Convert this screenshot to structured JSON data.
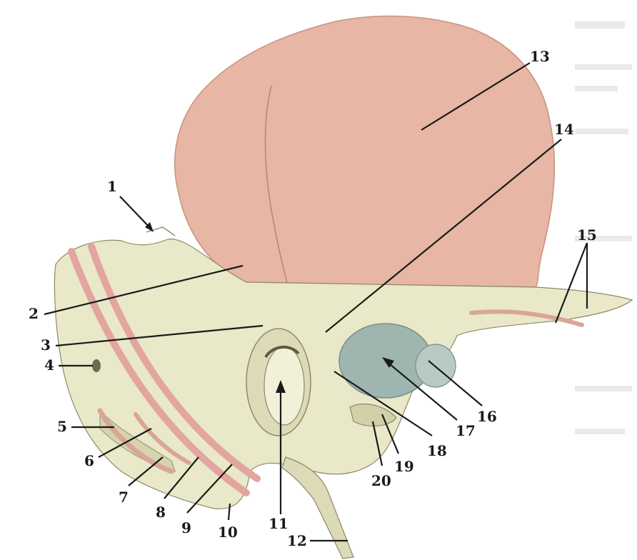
{
  "figure": {
    "labels": [
      {
        "id": "1",
        "text": "1"
      },
      {
        "id": "2",
        "text": "2"
      },
      {
        "id": "3",
        "text": "3"
      },
      {
        "id": "4",
        "text": "4"
      },
      {
        "id": "5",
        "text": "5"
      },
      {
        "id": "6",
        "text": "6"
      },
      {
        "id": "7",
        "text": "7"
      },
      {
        "id": "8",
        "text": "8"
      },
      {
        "id": "9",
        "text": "9"
      },
      {
        "id": "10",
        "text": "10"
      },
      {
        "id": "11",
        "text": "11"
      },
      {
        "id": "12",
        "text": "12"
      },
      {
        "id": "13",
        "text": "13"
      },
      {
        "id": "14",
        "text": "14"
      },
      {
        "id": "15",
        "text": "15"
      },
      {
        "id": "16",
        "text": "16"
      },
      {
        "id": "17",
        "text": "17"
      },
      {
        "id": "18",
        "text": "18"
      },
      {
        "id": "19",
        "text": "19"
      },
      {
        "id": "20",
        "text": "20"
      }
    ],
    "colors": {
      "squama_pink": "#e7b6a4",
      "bone": "#e9e8c9",
      "artery_stripe": "#e2a5a0",
      "fossa_blue": "#9fb5b0",
      "text": "#1a1a1a"
    }
  }
}
